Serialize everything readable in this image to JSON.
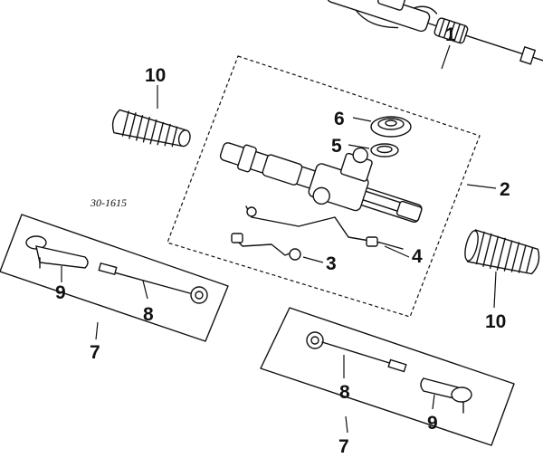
{
  "diagram": {
    "reference_code": "30-1615",
    "callouts": [
      {
        "id": "c1",
        "label": "1",
        "part": "steering gear assembly"
      },
      {
        "id": "c2",
        "label": "2",
        "part": "steering gear (exploded)"
      },
      {
        "id": "c3",
        "label": "3",
        "part": "pipe"
      },
      {
        "id": "c4",
        "label": "4",
        "part": "pipe"
      },
      {
        "id": "c5",
        "label": "5",
        "part": "seal"
      },
      {
        "id": "c6",
        "label": "6",
        "part": "cover"
      },
      {
        "id": "c7a",
        "label": "7",
        "part": "tie rod assembly (left)"
      },
      {
        "id": "c7b",
        "label": "7",
        "part": "tie rod assembly (right)"
      },
      {
        "id": "c8a",
        "label": "8",
        "part": "inner tie rod (left)"
      },
      {
        "id": "c8b",
        "label": "8",
        "part": "inner tie rod (right)"
      },
      {
        "id": "c9a",
        "label": "9",
        "part": "tie rod end (left)"
      },
      {
        "id": "c9b",
        "label": "9",
        "part": "tie rod end (right)"
      },
      {
        "id": "c10a",
        "label": "10",
        "part": "boot (left)"
      },
      {
        "id": "c10b",
        "label": "10",
        "part": "boot (right)"
      }
    ]
  },
  "colors": {
    "ink": "#111111",
    "paper": "#ffffff"
  }
}
